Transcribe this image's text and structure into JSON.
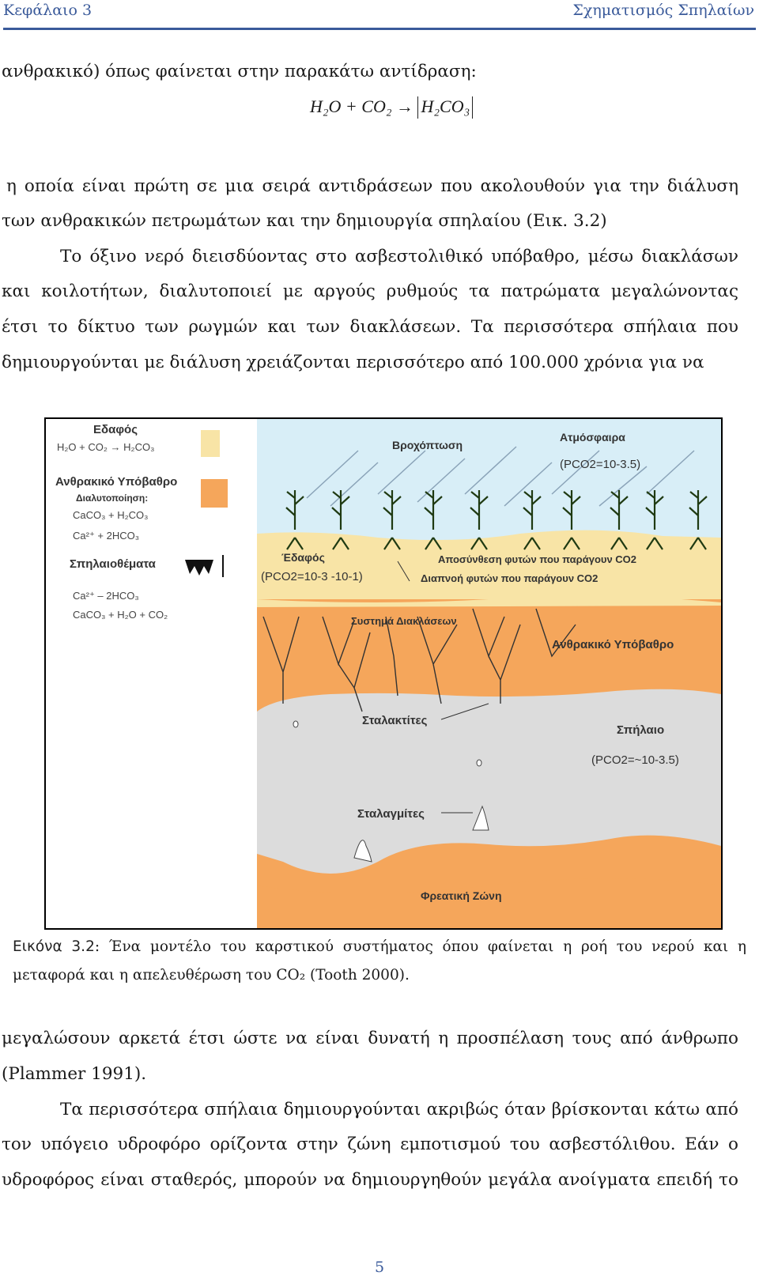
{
  "header": {
    "left": "Κεφάλαιο 3",
    "right": "Σχηματισμός Σπηλαίων"
  },
  "body_lines_top": [
    "ανθρακικό) όπως φαίνεται στην παρακάτω αντίδραση:",
    "η οποία είναι πρώτη σε μια σειρά αντιδράσεων που ακολουθούν για την διάλυση",
    "των ανθρακικών πετρωμάτων και την δημιουργία σπηλαίου (Εικ. 3.2)",
    "Το  όξινο νερό διεισδύοντας στο ασβεστολιθικό υπόβαθρο, μέσω διακλάσων",
    "και κοιλοτήτων,  διαλυτοποιεί με αργούς ρυθμούς τα πατρώματα μεγαλώνοντας",
    "έτσι το δίκτυο των ρωγμών και των διακλάσεων. Τα περισσότερα σπήλαια που",
    "δημιουργούνται με διάλυση χρειάζονται περισσότερο από 100.000 χρόνια για να"
  ],
  "equation": {
    "left": "H₂O + CO₂",
    "arrow": "→",
    "right": "H₂CO₃"
  },
  "figure": {
    "legend": {
      "soil_title": "Εδαφός",
      "soil_reaction": "H₂O + CO₂ → H₂CO₃",
      "bedrock_title": "Ανθρακικό Υπόβαθρο",
      "dissolution_label": "Διαλυτοποίηση:",
      "dissolution_reactant": "CaCO₃ + H₂CO₃",
      "dissolution_product": "Ca²⁺ + 2HCO₃",
      "speleothem_title": "Σπηλαιοθέματα",
      "speleo_reactant": "Ca²⁺ – 2HCO₃",
      "speleo_product": "CaCO₃ + H₂O + CO₂"
    },
    "labels": {
      "rain": "Βροχόπτωση",
      "atmosphere": "Ατμόσφαιρα",
      "atmosphere_pco2": "(PCO2=10-3.5)",
      "soil": "Έδαφός",
      "soil_pco2": "(PCO2=10-3 -10-1)",
      "decomposition": "Αποσύνθεση φυτών που παράγουν CO2",
      "respiration": "Διαπνοή φυτών που παράγουν CO2",
      "joints": "Συστημά Διακλάσεων",
      "bedrock": "Ανθρακικό Υπόβαθρο",
      "stalactites": "Σταλακτίτες",
      "cave": "Σπήλαιο",
      "cave_pco2": "(PCO2=~10-3.5)",
      "stalagmites": "Σταλαγμίτες",
      "phreatic": "Φρεατική Ζώνη"
    },
    "colors": {
      "sky": "#d8eef7",
      "soil": "#f8e4a6",
      "bedrock": "#f5a65b",
      "cave": "#dcdcdc"
    }
  },
  "caption": {
    "label": "Εικόνα 3.2",
    "line1": ": Ένα μοντέλο του καρστικού συστήματος όπου φαίνεται η ροή του νερού και η",
    "line2": "μεταφορά και η απελευθέρωση του CO₂ (Tooth 2000)."
  },
  "body_lines_bottom": [
    "μεγαλώσουν αρκετά έτσι ώστε να είναι δυνατή η προσπέλαση τους από άνθρωπο",
    "(Plammer 1991).",
    "Τα περισσότερα σπήλαια δημιουργούνται ακριβώς όταν βρίσκονται κάτω από",
    "τον υπόγειο υδροφόρο ορίζοντα στην ζώνη εμποτισμού του ασβεστόλιθου. Εάν ο",
    "υδροφόρος είναι σταθερός, μπορούν να δημιουργηθούν μεγάλα ανοίγματα επειδή το"
  ],
  "page_number": "5"
}
